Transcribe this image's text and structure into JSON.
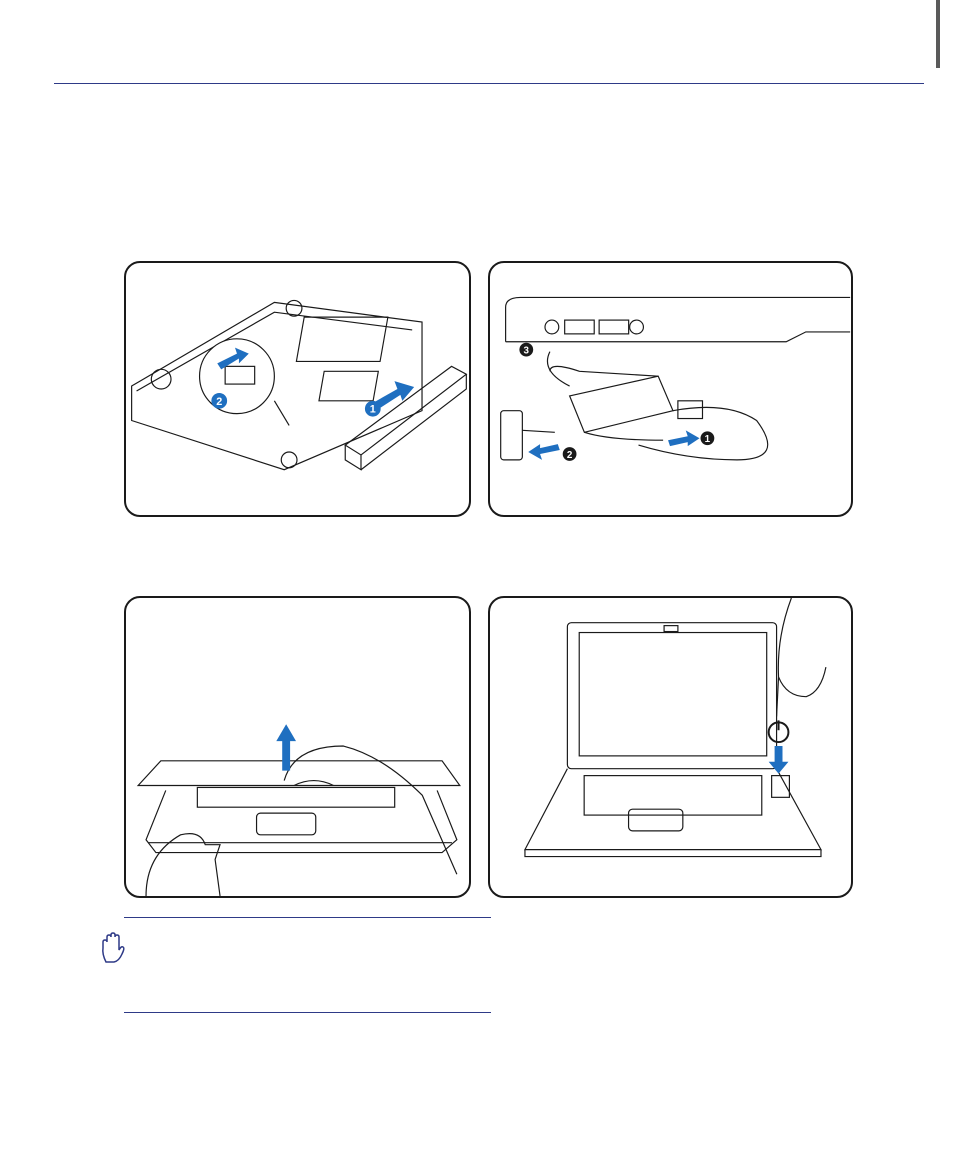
{
  "colors": {
    "accent": "#2e3a87",
    "arrow_blue": "#1f6fc0",
    "line": "#1a1a1a"
  },
  "figures": [
    {
      "id": "install-battery",
      "badges": [
        "1",
        "2"
      ]
    },
    {
      "id": "connect-power-adapter",
      "badges": [
        "1",
        "2",
        "3"
      ]
    },
    {
      "id": "open-lid",
      "badges": []
    },
    {
      "id": "press-power-button",
      "badges": []
    }
  ],
  "note": {
    "icon": "hand-caution-icon",
    "text": ""
  }
}
